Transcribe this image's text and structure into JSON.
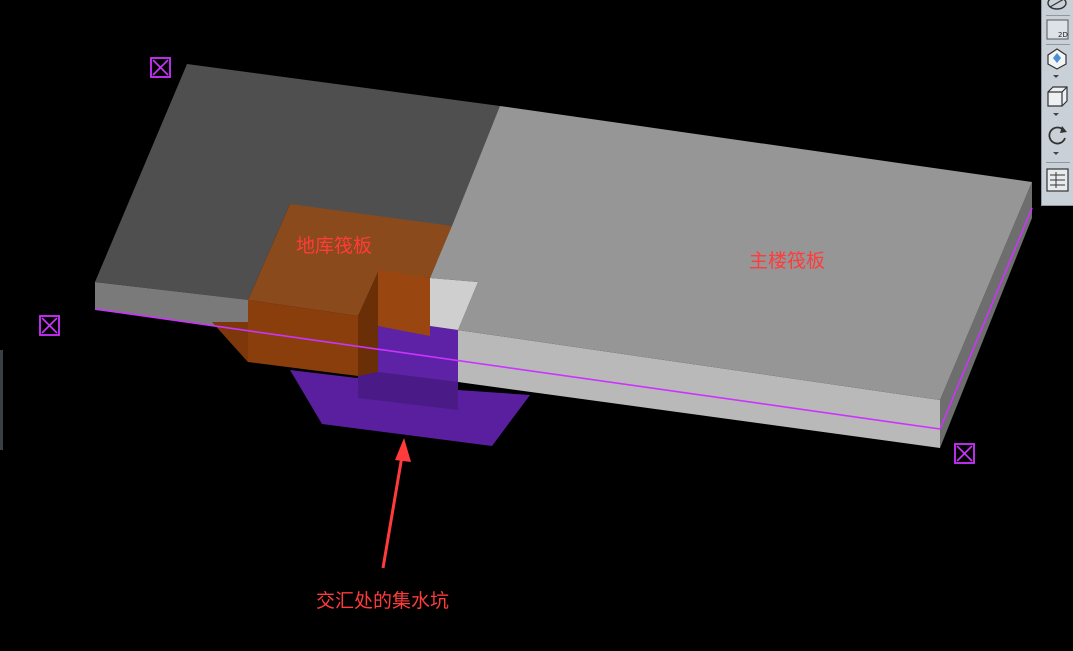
{
  "viewport": {
    "labels": {
      "basement_raft": "地库筏板",
      "main_raft": "主楼筏板",
      "sump_pit": "交汇处的集水坑"
    },
    "markers": [
      "grid-marker-top-left",
      "grid-marker-left",
      "grid-marker-bottom-right"
    ],
    "colors": {
      "basement_raft_top": "#4f4f4f",
      "main_raft_top": "#969696",
      "raft_side": "#b8b8b8",
      "sump_orange": "#8a3e0c",
      "sump_purple": "#5a1f9e",
      "marker": "#cc33ff",
      "axis_line": "#cc33ff",
      "annotation": "#ff3b3b"
    }
  },
  "toolbar": {
    "items": [
      {
        "name": "orbit-icon"
      },
      {
        "name": "view-2d-icon",
        "label": "2D"
      },
      {
        "name": "view-3d-icon"
      },
      {
        "name": "box-view-icon"
      },
      {
        "name": "rotate-icon"
      },
      {
        "name": "properties-icon"
      }
    ]
  }
}
